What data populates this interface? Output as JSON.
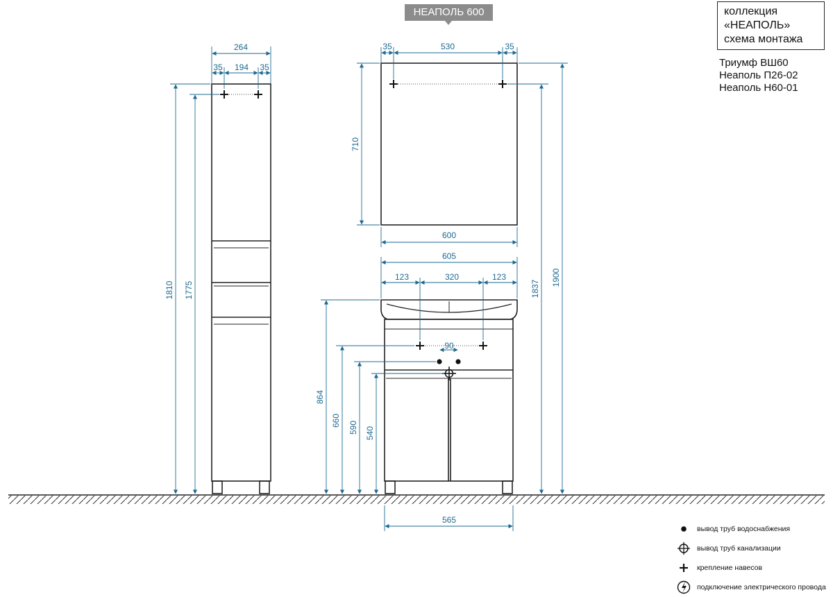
{
  "header": {
    "model_tag": "НЕАПОЛЬ 600",
    "collection_line1": "коллекция",
    "collection_line2": "«НЕАПОЛЬ»",
    "collection_line3": "схема монтажа"
  },
  "models": [
    "Триумф ВШ60",
    "Неаполь П26-02",
    "Неаполь Н60-01"
  ],
  "dimensions": {
    "column_width": "264",
    "column_left_offset": "35",
    "column_mount_spacing": "194",
    "column_right_offset": "35",
    "column_total_height": "1810",
    "column_mount_height": "1775",
    "mirror_left_offset": "35",
    "mirror_mount_spacing": "530",
    "mirror_right_offset": "35",
    "mirror_height": "710",
    "mirror_width": "600",
    "mirror_mount_height": "1837",
    "mirror_top_height": "1900",
    "basin_width": "605",
    "basin_left_offset": "123",
    "cabinet_mount_spacing": "320",
    "basin_right_offset": "123",
    "supply_spacing": "90",
    "basin_height": "864",
    "cabinet_mount_height": "660",
    "supply_height": "590",
    "drain_height": "540",
    "cabinet_width": "565"
  },
  "legend": [
    {
      "icon": "water-supply-dot-icon",
      "label": "вывод труб водоснабжения"
    },
    {
      "icon": "drain-outlet-icon",
      "label": "вывод труб канализации"
    },
    {
      "icon": "mount-cross-icon",
      "label": "крепление навесов"
    },
    {
      "icon": "electric-connection-icon",
      "label": "подключение электрического провода"
    }
  ],
  "colors": {
    "dimension": "#1e6a90",
    "outline": "#222222",
    "tag": "#8c8c8c"
  }
}
